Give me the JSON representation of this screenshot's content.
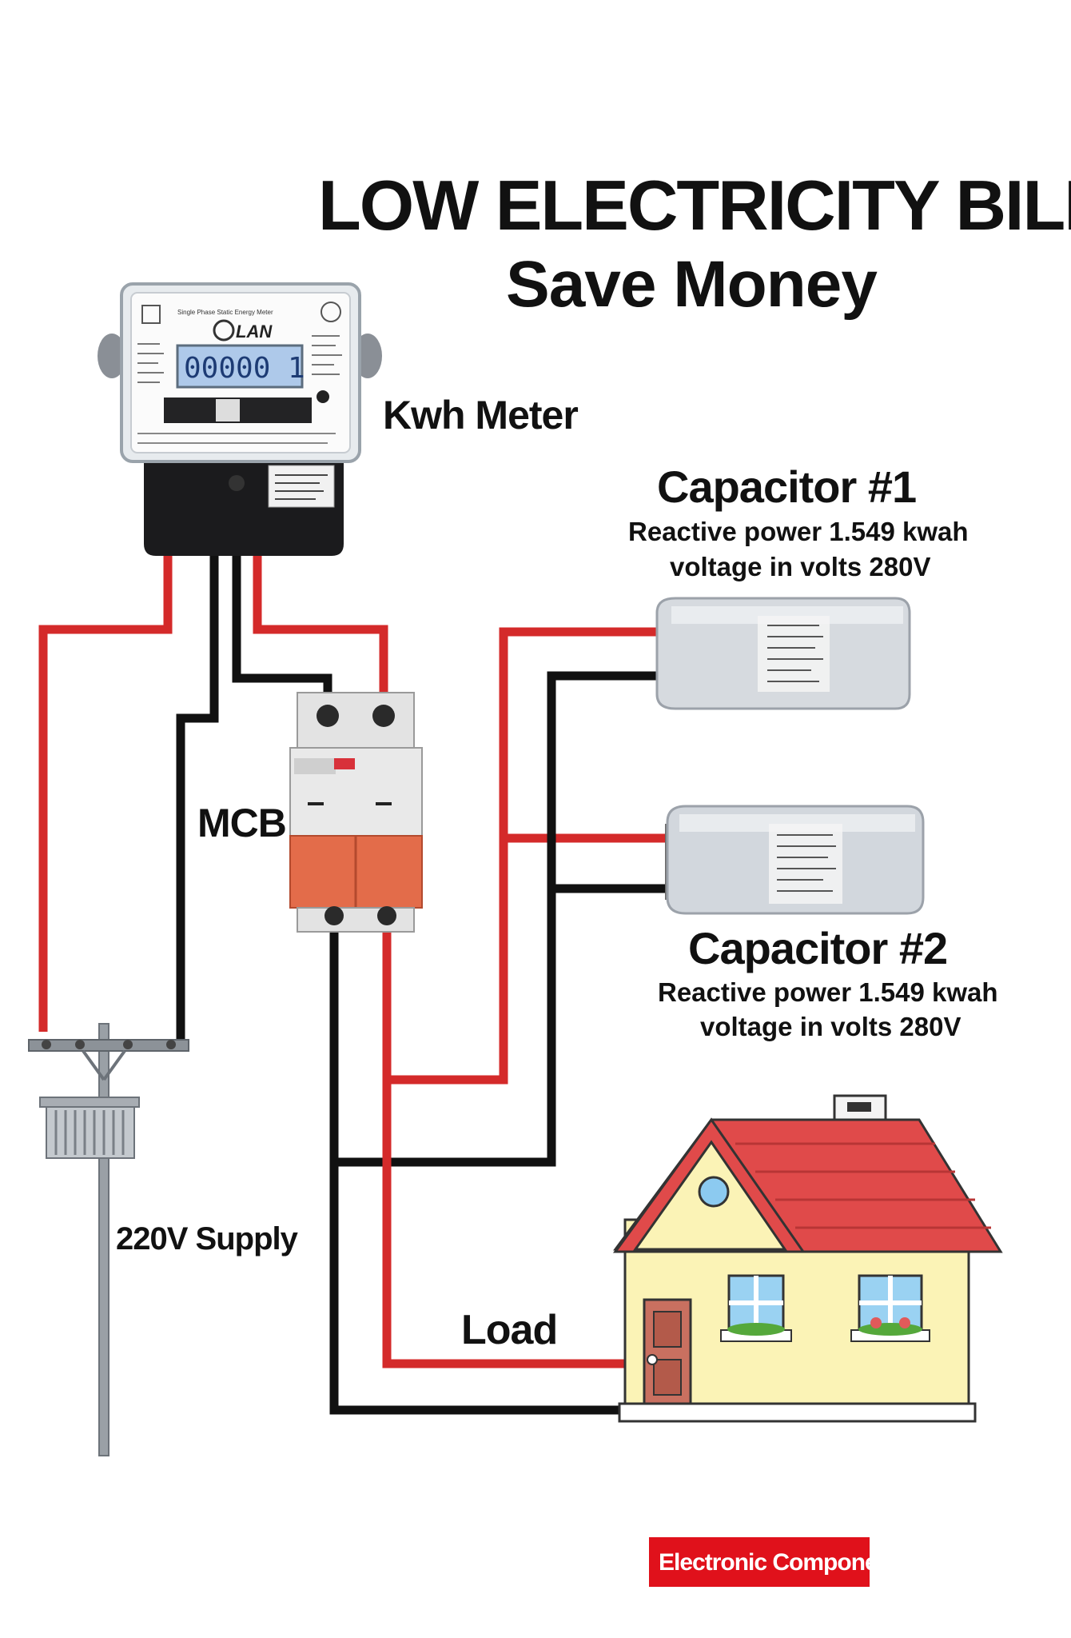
{
  "title": {
    "line1": "LOW ELECTRICITY BILL",
    "line2": "Save Money"
  },
  "labels": {
    "meter": "Kwh Meter",
    "mcb": "MCB",
    "supply": "220V Supply",
    "load": "Load"
  },
  "capacitors": [
    {
      "name": "Capacitor #1",
      "reactive": "Reactive power 1.549 kwah",
      "voltage": "voltage in volts 280V"
    },
    {
      "name": "Capacitor #2",
      "reactive": "Reactive power 1.549 kwah",
      "voltage": "voltage in volts 280V"
    }
  ],
  "meter_device": {
    "brand": "LAN",
    "reading": "00000 1"
  },
  "badge": {
    "text": "Electronic Components"
  },
  "colors": {
    "live_wire": "#d42a2a",
    "neutral_wire": "#111111",
    "badge_bg": "#e0111b",
    "roof": "#e04a4a",
    "house_wall": "#fbf3b6",
    "mcb_handle": "#e36c4a"
  }
}
